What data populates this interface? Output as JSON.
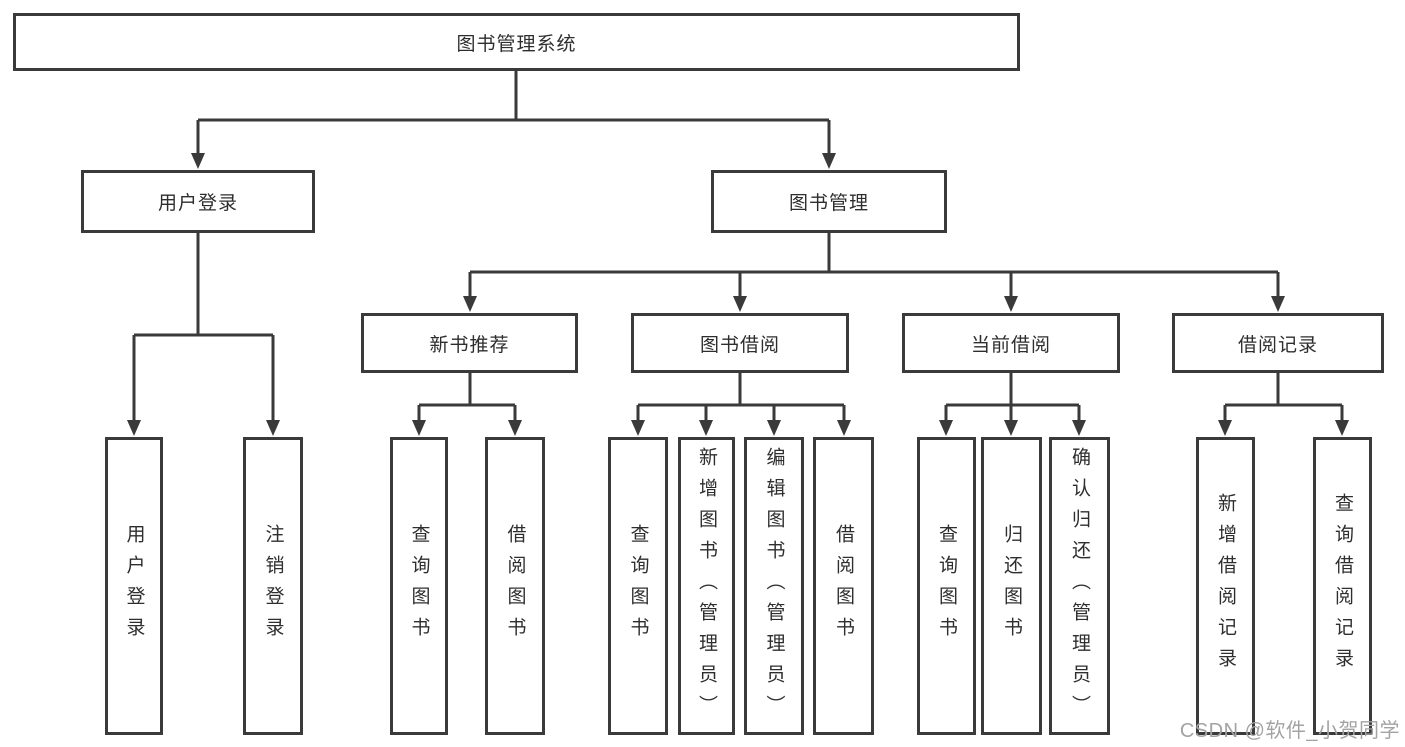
{
  "diagram": {
    "root": "图书管理系统",
    "level2": [
      "用户登录",
      "图书管理"
    ],
    "level3": [
      "新书推荐",
      "图书借阅",
      "当前借阅",
      "借阅记录"
    ],
    "leaves": {
      "user_login": [
        "用户登录",
        "注销登录"
      ],
      "new_book_recommend": [
        "查询图书",
        "借阅图书"
      ],
      "book_borrow": [
        "查询图书",
        "新增图书（管理员）",
        "编辑图书（管理员）",
        "借阅图书"
      ],
      "current_borrow": [
        "查询图书",
        "归还图书",
        "确认归还（管理员）"
      ],
      "borrow_records": [
        "新增借阅记录",
        "查询借阅记录"
      ]
    }
  },
  "watermark": "CSDN @软件_小贺同学",
  "colors": {
    "line": "#3a3a3a",
    "text": "#2e2e2e",
    "watermark": "#a3a3a3",
    "background": "#ffffff"
  }
}
